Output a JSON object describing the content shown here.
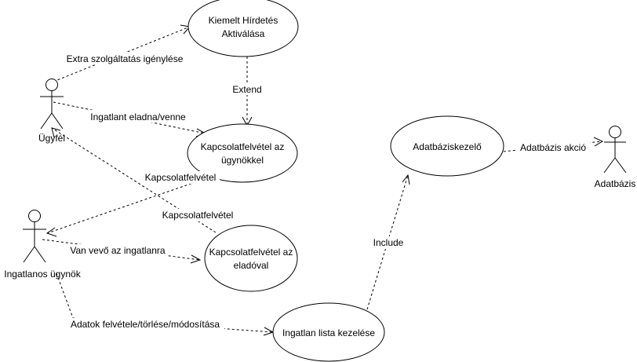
{
  "use_cases": {
    "kiemelt": {
      "line1": "Kiemelt Hírdetés",
      "line2": "Aktiválása"
    },
    "kapcs_ugynok": {
      "line1": "Kapcsolatfelvétel az",
      "line2": "ügynökkel"
    },
    "kapcs_elado": {
      "line1": "Kapcsolatfelvétel az",
      "line2": "eladóval"
    },
    "lista": {
      "label": "Ingatlan lista kezelése"
    },
    "adatbazis": {
      "label": "Adatbáziskezelő"
    }
  },
  "actors": {
    "ugyfel": "Ügyfél",
    "ugynok": "Ingatlanos ügynök",
    "adatbazis": "Adatbázis"
  },
  "relations": {
    "extra": "Extra szolgáltatás igénylése",
    "eladna": "Ingatlant eladna/venne",
    "extend": "Extend",
    "kapcs1": "Kapcsolatfelvétel",
    "kapcs2": "Kapcsolatfelvétel",
    "vevo": "Van vevő az ingatlanra",
    "adatok": "Adatok felvétele/törlése/módosítása",
    "include": "Include",
    "akcio": "Adatbázis akció"
  }
}
